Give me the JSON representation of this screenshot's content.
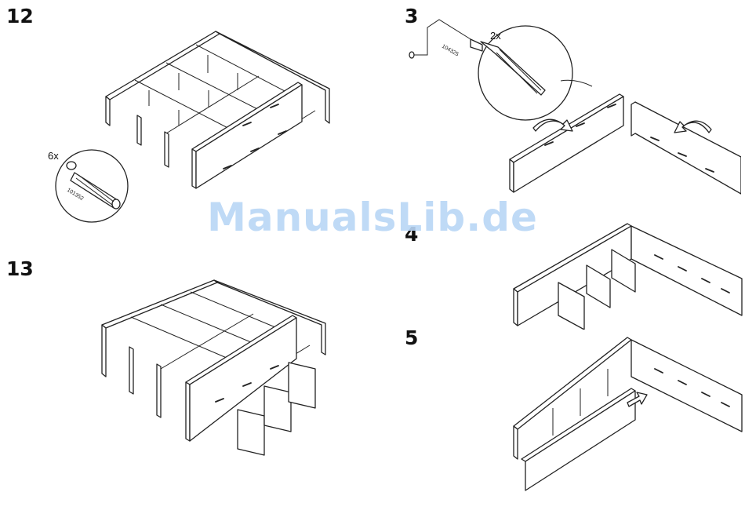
{
  "steps": [
    {
      "number": "12"
    },
    {
      "number": "3"
    },
    {
      "number": "13"
    },
    {
      "number": "4"
    },
    {
      "number": "5"
    }
  ],
  "callouts": {
    "dowel_qty": "6x",
    "dowel_part": "101352",
    "screw_qty": "2x",
    "screw_part": "104325"
  },
  "watermark": "ManualsLib.de",
  "colors": {
    "line": "#222222",
    "paper": "#ffffff",
    "watermark": "#b9d6f6"
  }
}
